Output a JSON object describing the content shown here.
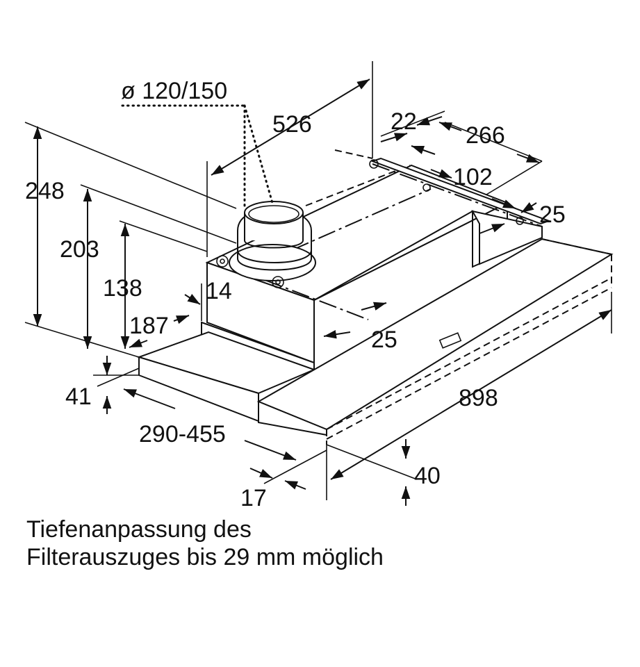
{
  "diagram": {
    "dimensions": {
      "duct_diameter": "ø 120/150",
      "depth_526": "526",
      "rear_22": "22",
      "rear_266": "266",
      "rear_102": "102",
      "side_25_top": "25",
      "height_248": "248",
      "height_203": "203",
      "height_138": "138",
      "offset_14": "14",
      "offset_187": "187",
      "front_25": "25",
      "height_41": "41",
      "width_898": "898",
      "extension_290_455": "290-455",
      "height_40": "40",
      "front_17": "17"
    },
    "note_line1": "Tiefenanpassung des",
    "note_line2": "Filterauszuges bis 29 mm möglich"
  }
}
